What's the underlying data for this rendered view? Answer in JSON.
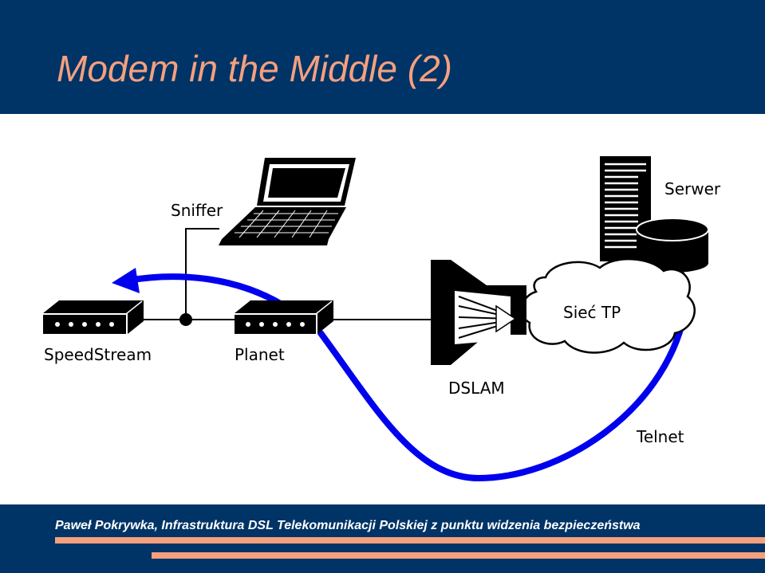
{
  "slide": {
    "title": "Modem in the Middle (2)",
    "footer_author": "Paweł Pokrywka, ",
    "footer_subject": "Infrastruktura DSL Telekomunikacji Polskiej z punktu widzenia bezpieczeństwa",
    "accent_color": "#f4a07e",
    "background_color": "#003366"
  },
  "diagram": {
    "nodes": {
      "sniffer": "Sniffer",
      "speedstream": "SpeedStream",
      "planet": "Planet",
      "dslam": "DSLAM",
      "network": "Sieć TP",
      "server": "Serwer"
    },
    "connections": {
      "telnet": "Telnet"
    },
    "telnet_path_color": "#0000ee"
  }
}
